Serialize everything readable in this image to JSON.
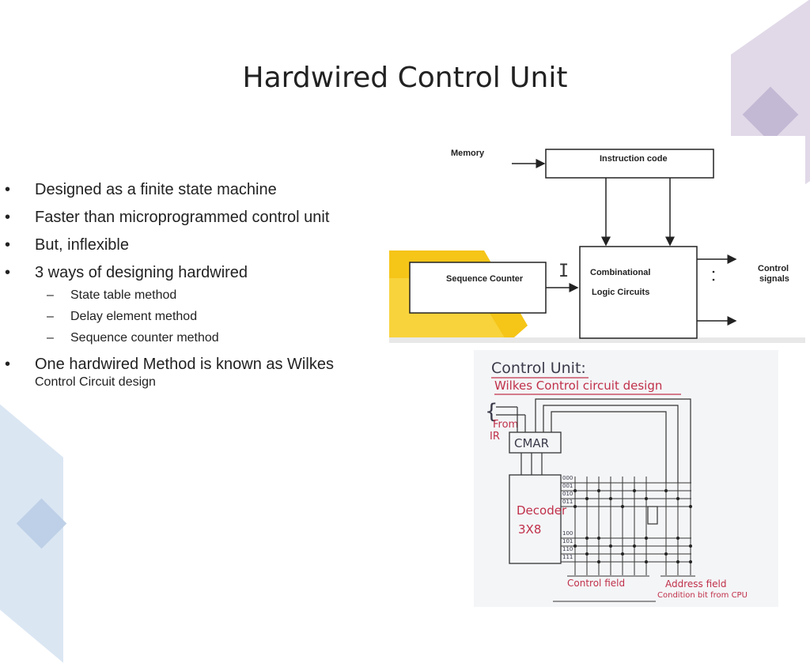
{
  "slide": {
    "title": "Hardwired Control Unit",
    "bullets": [
      {
        "text": "Designed as a finite state machine"
      },
      {
        "text": "Faster than microprogrammed control unit"
      },
      {
        "text": "But, inflexible"
      },
      {
        "text": "3 ways of designing hardwired",
        "sub": [
          "State table method",
          "Delay element method",
          "Sequence counter method"
        ]
      },
      {
        "text": "One hardwired Method is known as Wilkes",
        "continuation": "Control Circuit design"
      }
    ],
    "bullet_marker": "•",
    "sub_marker": "–"
  },
  "diagram_top": {
    "memory": "Memory",
    "instruction_code": "Instruction code",
    "sequence_counter": "Sequence Counter",
    "combinational": "Combinational",
    "logic_circuits": "Logic Circuits",
    "control": "Control",
    "signals": "signals",
    "cursor": "I"
  },
  "diagram_wilkes": {
    "heading": "Control Unit:",
    "subheading": "Wilkes Control circuit design",
    "brace": "{",
    "from": "From",
    "ir": "IR",
    "cmar": "CMAR",
    "decoder": "Decoder",
    "decoder_size": "3X8",
    "row_codes": [
      "000",
      "001",
      "010",
      "011",
      "100",
      "101",
      "110",
      "111"
    ],
    "control_field": "Control field",
    "address_field": "Address field",
    "condition_bit": "Condition bit from CPU"
  },
  "colors": {
    "accent_yellow": "#f5c518",
    "deco_purple": "#d9cfe2",
    "deco_blue": "#d7e3f2",
    "ink_red": "#c0304a"
  }
}
